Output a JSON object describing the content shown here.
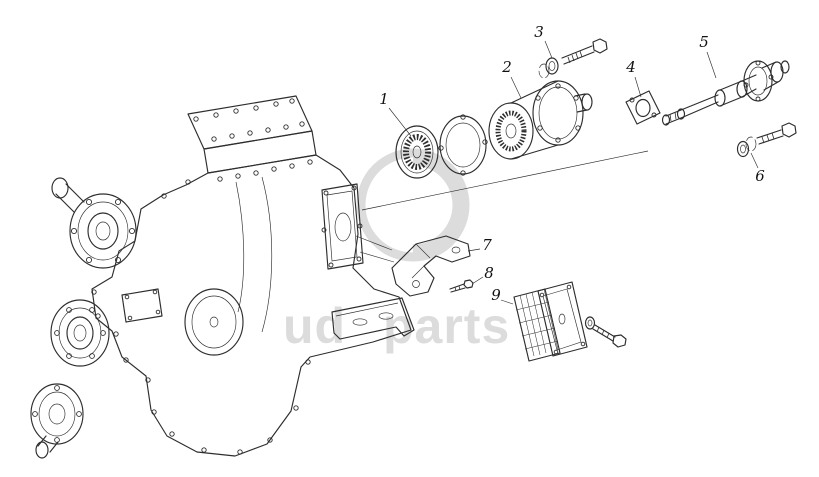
{
  "colors": {
    "line": "#2e2e2e",
    "callout_text": "#111111",
    "watermark": "#dcdcdc",
    "background": "#ffffff"
  },
  "diagram": {
    "callouts": [
      {
        "label": "1"
      },
      {
        "label": "2"
      },
      {
        "label": "3"
      },
      {
        "label": "4"
      },
      {
        "label": "5"
      },
      {
        "label": "6"
      },
      {
        "label": "7"
      },
      {
        "label": "8"
      },
      {
        "label": "9"
      }
    ],
    "watermark": {
      "left": "ud",
      "right": "parts"
    }
  }
}
